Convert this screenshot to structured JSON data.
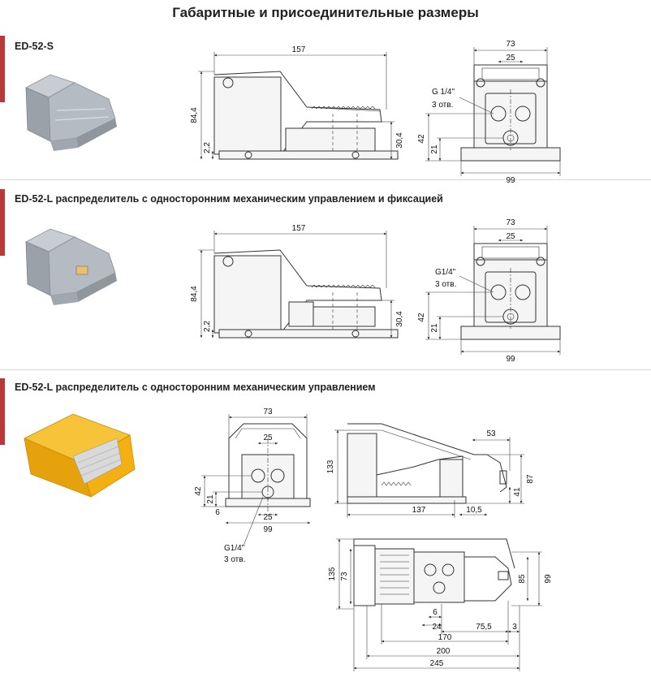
{
  "page_title": "Габаритные и присоединительные размеры",
  "sections": [
    {
      "heading": "ED-52-S",
      "dims": {
        "length": "157",
        "height": "84,4",
        "base": "2,2",
        "pedal": "30,4",
        "width": "73",
        "inner": "25",
        "port": "G 1/4\"",
        "holes": "3 отв.",
        "h42": "42",
        "h21": "21",
        "base_w": "99"
      }
    },
    {
      "heading": "ED-52-L распределитель с односторонним механическим управлением и фиксацией",
      "dims": {
        "length": "157",
        "height": "84,4",
        "base": "2,2",
        "pedal": "30,4",
        "width": "73",
        "inner": "25",
        "port": "G1/4\"",
        "holes": "3 отв.",
        "h42": "42",
        "h21": "21",
        "base_w": "99"
      }
    },
    {
      "heading": "ED-52-L распределитель с односторонним механическим управлением",
      "front": {
        "width": "73",
        "inner_top": "25",
        "h42": "42",
        "h21": "21",
        "h6": "6",
        "inner_bottom": "25",
        "base_w": "99",
        "port": "G1/4\"",
        "holes": "3 отв."
      },
      "side": {
        "d53": "53",
        "h133": "133",
        "h87": "87",
        "h41": "41",
        "d137": "137",
        "d10_5": "10,5"
      },
      "top": {
        "h135": "135",
        "h73": "73",
        "h85": "85",
        "h99": "99",
        "d6": "6",
        "d24": "24",
        "d75_5": "75,5",
        "d3": "3",
        "d170": "170",
        "d200": "200",
        "d245": "245"
      }
    }
  ],
  "colors": {
    "accent_bar": "#b7393b",
    "gray_photo": "#a9b0b8",
    "yellow_photo": "#f2b012"
  }
}
